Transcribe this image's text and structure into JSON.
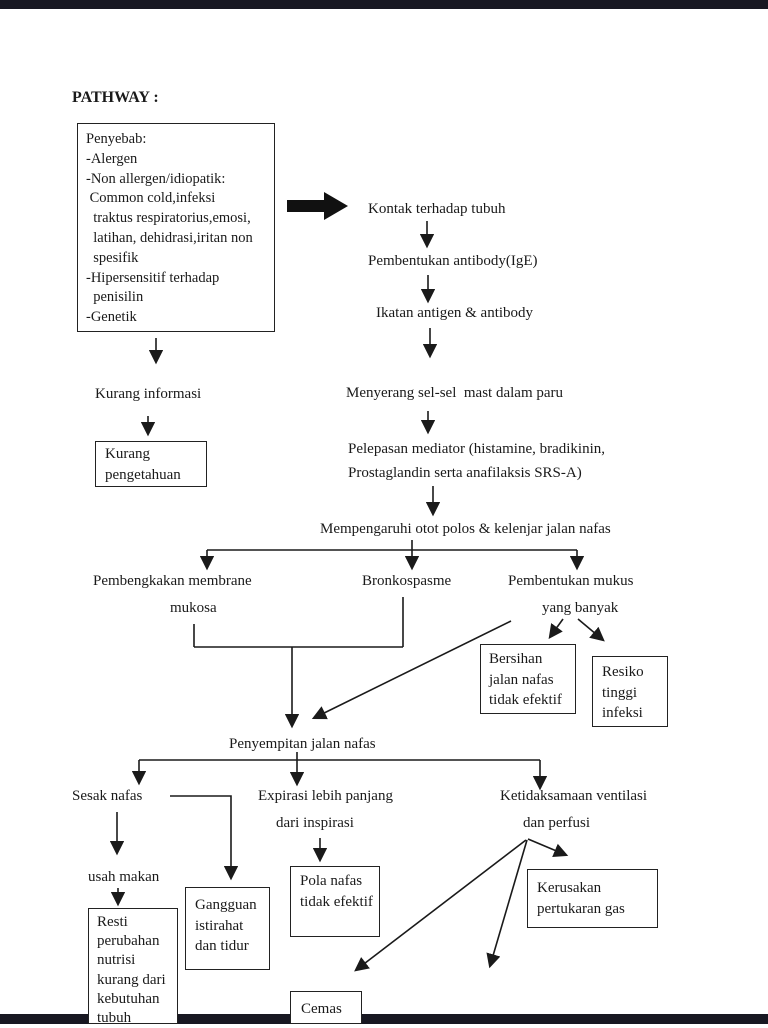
{
  "title": "PATHWAY :",
  "causes_box": {
    "lines": [
      "Penyebab:",
      "-Alergen",
      "-Non allergen/idiopatik:",
      " Common cold,infeksi",
      "  traktus respiratorius,emosi,",
      "  latihan, dehidrasi,iritan non",
      "  spesifik",
      "-Hipersensitif terhadap",
      "  penisilin",
      "-Genetik"
    ]
  },
  "labels": {
    "kontak": "Kontak terhadap tubuh",
    "antibody": "Pembentukan antibody(IgE)",
    "ikatan": "Ikatan antigen & antibody",
    "menyerang": "Menyerang sel-sel  mast dalam paru",
    "pelepasan_1": "Pelepasan mediator (histamine, bradikinin,",
    "pelepasan_2": "Prostaglandin serta anafilaksis SRS-A)",
    "mempengaruhi": "Mempengaruhi otot polos & kelenjar jalan nafas",
    "kurang_informasi": "Kurang informasi",
    "pembengkakan": "Pembengkakan membrane",
    "mukosa": "mukosa",
    "bronkospasme": "Bronkospasme",
    "pembentukan_mukus": "Pembentukan mukus",
    "yang_banyak": "yang banyak",
    "penyempitan": "Penyempitan jalan nafas",
    "sesak_nafas": "Sesak nafas",
    "expirasi": "Expirasi lebih panjang",
    "dari_inspirasi": "dari inspirasi",
    "ketidaksamaan": "Ketidaksamaan ventilasi",
    "dan_perfusi": "dan perfusi",
    "usah_makan": "usah makan"
  },
  "outcome_boxes": {
    "kurang_pengetahuan": {
      "lines": [
        "Kurang",
        "pengetahuan"
      ]
    },
    "bersihan": {
      "lines": [
        "Bersihan",
        "jalan nafas",
        "tidak efektif"
      ]
    },
    "resiko": {
      "lines": [
        "Resiko",
        "tinggi",
        "infeksi"
      ]
    },
    "pola_nafas": {
      "lines": [
        "Pola nafas",
        "tidak efektif"
      ]
    },
    "gangguan": {
      "lines": [
        "Gangguan",
        "istirahat",
        "dan tidur"
      ]
    },
    "resti": {
      "lines": [
        "Resti",
        "perubahan",
        "nutrisi",
        "kurang dari",
        "kebutuhan",
        "tubuh"
      ]
    },
    "kerusakan": {
      "lines": [
        "Kerusakan",
        "pertukaran gas"
      ]
    },
    "cemas": {
      "lines": [
        "Cemas"
      ]
    }
  },
  "colors": {
    "ink": "#1a1a1a",
    "edge_bar": "#181822"
  }
}
